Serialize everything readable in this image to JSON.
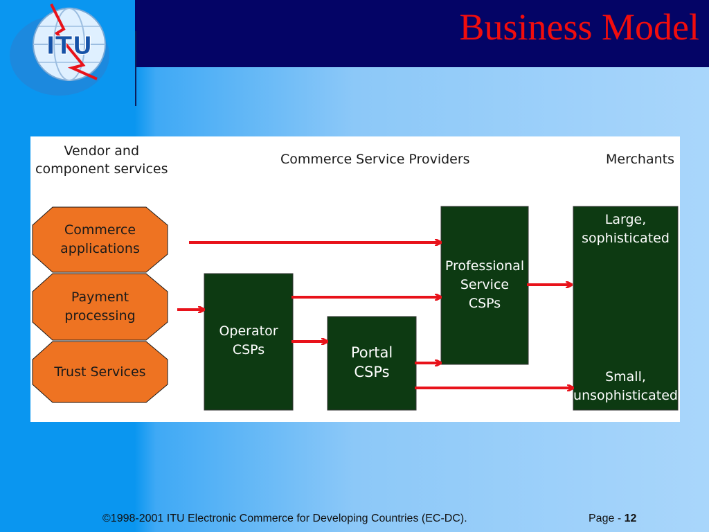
{
  "slide": {
    "title": "Business Model",
    "logo_text": "ITU",
    "footer": "©1998-2001 ITU Electronic Commerce for Developing Countries (EC-DC).",
    "page_label": "Page -",
    "page_number": "12"
  },
  "diagram": {
    "columns": {
      "vendor": "Vendor and\ncomponent services",
      "csp": "Commerce Service Providers",
      "merchants": "Merchants"
    },
    "vendor_services": [
      "Commerce\napplications",
      "Payment\nprocessing",
      "Trust Services"
    ],
    "csp_boxes": {
      "operator": "Operator\nCSPs",
      "portal": "Portal\nCSPs",
      "professional": "Professional\nService\nCSPs"
    },
    "merchant_labels": {
      "large": "Large,\nsophisticated",
      "small": "Small,\nunsophisticated"
    },
    "colors": {
      "octagon_fill": "#ee7322",
      "box_fill": "#0d3a12",
      "arrow": "#e8121a"
    }
  }
}
